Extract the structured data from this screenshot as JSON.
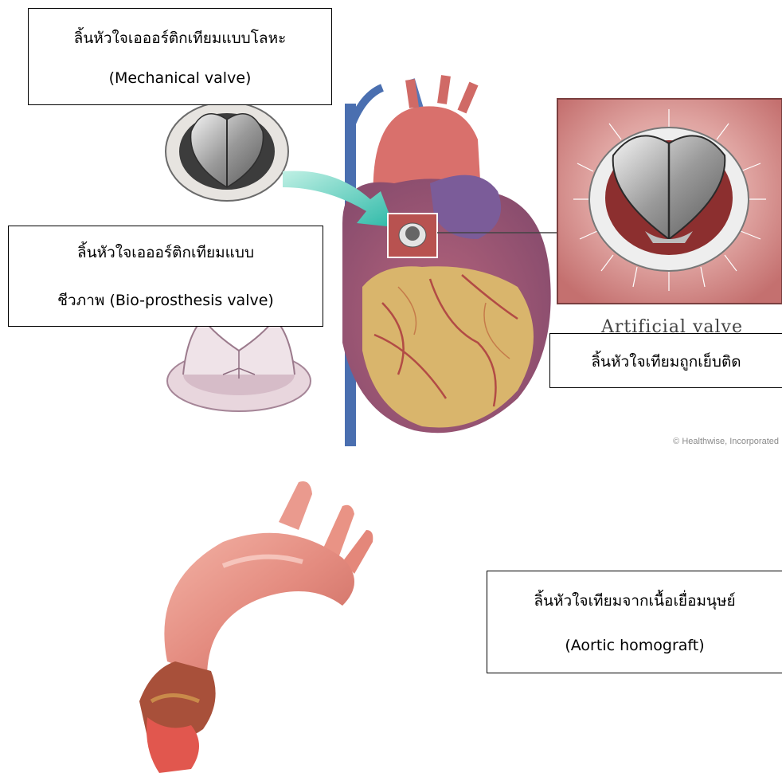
{
  "labels": {
    "mechanical": {
      "line1": "ลิ้นหัวใจเอออร์ติกเทียมแบบโลหะ",
      "line2": "(Mechanical valve)"
    },
    "bio": {
      "line1": "ลิ้นหัวใจเอออร์ติกเทียมแบบ",
      "line2": "ชีวภาพ (Bio-prosthesis valve)"
    },
    "sewn": "ลิ้นหัวใจเทียมถูกเย็บติด",
    "homograft": {
      "line1": "ลิ้นหัวใจเทียมจากเนื้อเยื่อมนุษย์",
      "line2": "(Aortic homograft)"
    }
  },
  "image_text": {
    "inset_caption": "Artificial valve",
    "credit": "© Healthwise, Incorporated"
  },
  "colors": {
    "arrow": "#3fc8b4",
    "vein_blue": "#4a6fb0",
    "heart_red": "#c65a58",
    "fat_yellow": "#d9b56c",
    "inset_bg": "#d8908e",
    "tissue_pink": "#e89a8c"
  }
}
